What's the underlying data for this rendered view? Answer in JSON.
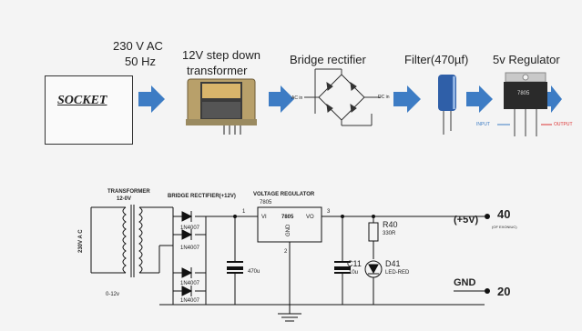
{
  "block_diagram": {
    "ac_label_line1": "230 V AC",
    "ac_label_line2": "50 Hz",
    "transformer_label_line1": "12V step down",
    "transformer_label_line2": "transformer",
    "rectifier_label": "Bridge rectifier",
    "filter_label": "Filter(470µf)",
    "regulator_label": "5v Regulator",
    "socket_label": "SOCKET",
    "rect_ac_in": "AC in",
    "rect_dc_in": "DC in",
    "reg_chip_text": "7805",
    "reg_input_label": "INPUT",
    "reg_output_label": "OUTPUT",
    "arrow_color": "#3d7cc4"
  },
  "schematic": {
    "transformer_title": "TRANSFORMER",
    "transformer_rating": "12-0V",
    "primary_label": "230V A C",
    "secondary_label": "0-12v",
    "bridge_title": "BRIDGE RECTIFIER(+12V)",
    "regulator_title": "VOLTAGE REGULATOR",
    "regulator_part": "7805",
    "reg_vi": "VI",
    "reg_chip": "7805",
    "reg_vo": "VO",
    "reg_gnd": "GND",
    "pin1": "1",
    "pin2": "2",
    "pin3": "3",
    "diode_1": "1N4007",
    "diode_2": "1N4007",
    "diode_3": "1N4007",
    "diode_4": "1N4007",
    "cap1_value": "470u",
    "cap2_name": "C11",
    "cap2_value": "10u",
    "r_name": "R40",
    "r_value": "330R",
    "led_name": "D41",
    "led_value": "LED-RED",
    "out_voltage": "(+5V)",
    "out_note": "(OF EXONIUC)",
    "out_pin_top": "40",
    "gnd_label": "GND",
    "out_pin_bottom": "20"
  }
}
